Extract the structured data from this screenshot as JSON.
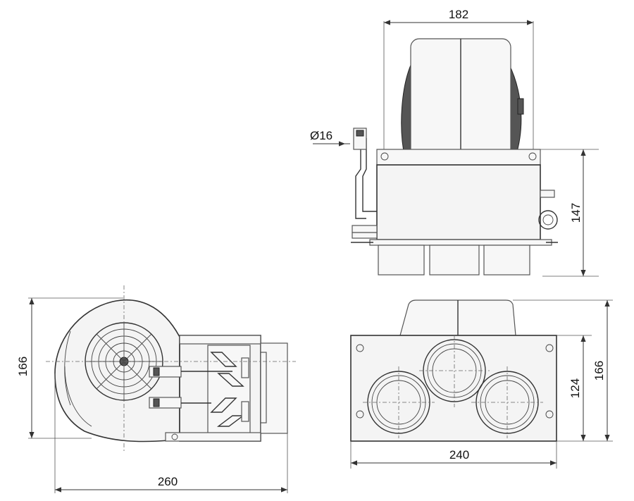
{
  "dimensions": {
    "top_width": "182",
    "top_height": "147",
    "pipe_diameter": "Ø16",
    "side_height": "166",
    "side_width": "260",
    "front_width": "240",
    "front_inner_height": "124",
    "front_height": "166"
  },
  "colors": {
    "line": "#333333",
    "fill": "#f4f4f4",
    "dark": "#555555"
  }
}
